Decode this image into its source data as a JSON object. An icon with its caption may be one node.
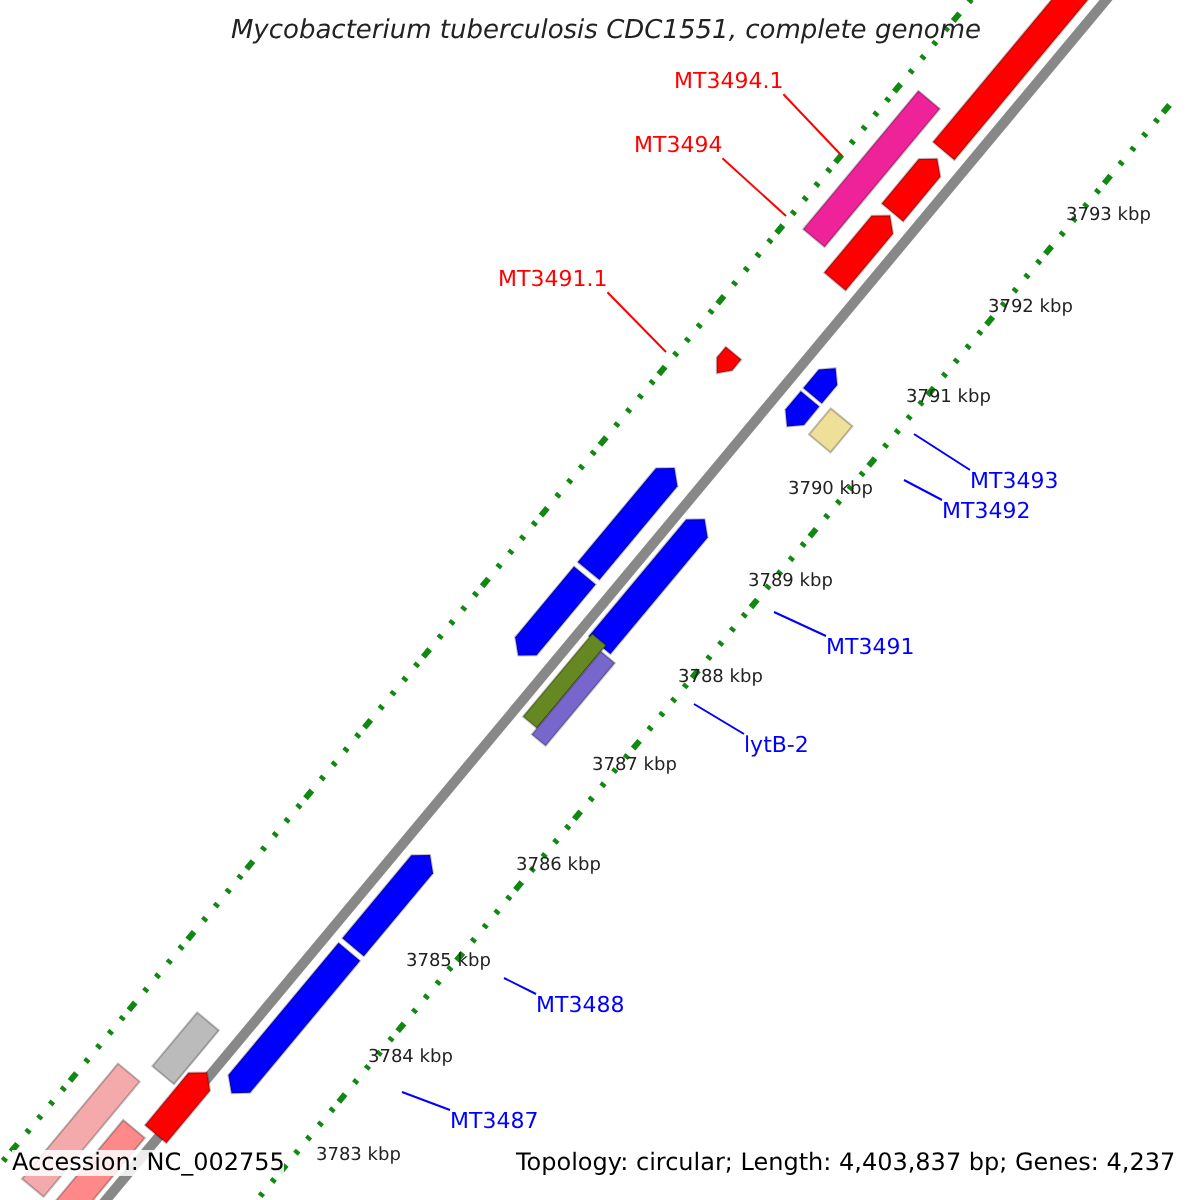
{
  "diagram": {
    "title": "Mycobacterium tuberculosis CDC1551, complete genome",
    "nodes": [
      {
        "text": [
          "MT3494.1"
        ]
      },
      {
        "text": [
          "MT3494"
        ]
      },
      {
        "text": [
          "MT3491.1"
        ]
      },
      {
        "text": [
          "MT3493"
        ]
      },
      {
        "text": [
          "MT3492"
        ]
      },
      {
        "text": [
          "MT3491"
        ]
      },
      {
        "text": [
          "lytB-2"
        ]
      },
      {
        "text": [
          "MT3488"
        ]
      },
      {
        "text": [
          "MT3487"
        ]
      }
    ],
    "edges": [
      {
        "from": 0,
        "to": null,
        "arrow": "none",
        "color": "#ff0000"
      },
      {
        "from": 1,
        "to": null,
        "arrow": "none",
        "color": "#ff0000"
      },
      {
        "from": 2,
        "to": null,
        "arrow": "none",
        "color": "#ff0000"
      },
      {
        "from": 3,
        "to": null,
        "arrow": "none"
      },
      {
        "from": 4,
        "to": null,
        "arrow": "none"
      },
      {
        "from": 5,
        "to": null,
        "arrow": "none"
      },
      {
        "from": 6,
        "to": null,
        "arrow": "none"
      },
      {
        "from": 7,
        "to": null,
        "arrow": "none"
      },
      {
        "from": 8,
        "to": null,
        "arrow": "none"
      }
    ],
    "labels": [
      "3793 kbp",
      "3792 kbp",
      "3791 kbp",
      "3790 kbp",
      "3789 kbp",
      "3788 kbp",
      "3787 kbp",
      "3786 kbp",
      "3785 kbp",
      "3784 kbp",
      "3783 kbp",
      "Accession: NC_002755",
      "Topology: circular; Length: 4,403,837 bp; Genes: 4,237"
    ]
  }
}
